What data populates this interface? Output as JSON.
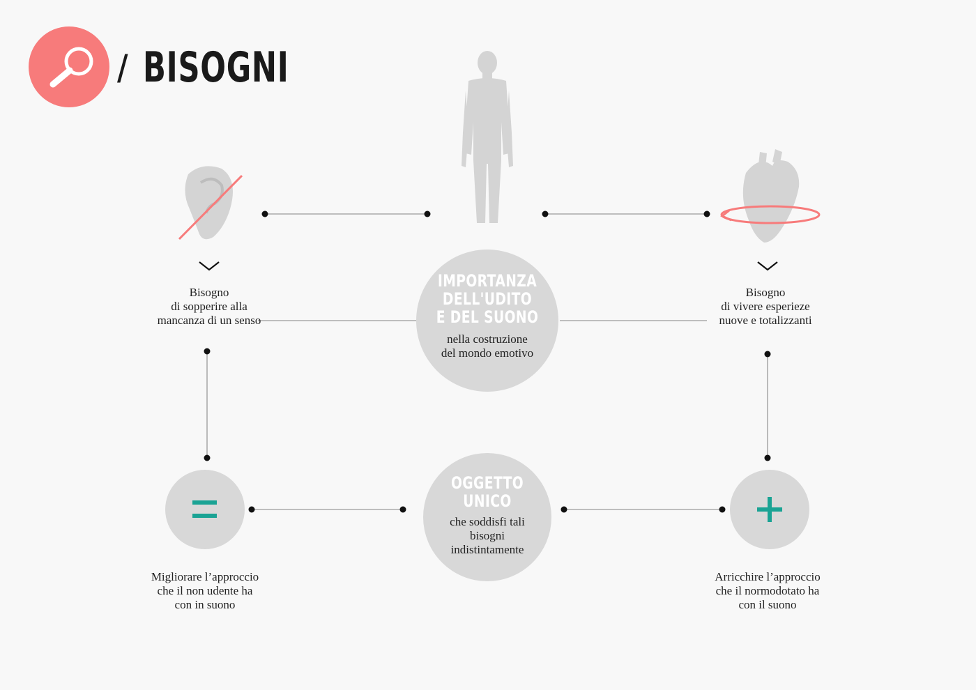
{
  "header": {
    "separator": "/",
    "title": "BISOGNI",
    "icon": "magnifier-icon",
    "accent": "#f77b7b"
  },
  "center_top": {
    "title_lines": [
      "IMPORTANZA",
      "DELL'UDITO",
      "E DEL SUONO"
    ],
    "subtitle_lines": [
      "nella costruzione",
      "del mondo emotivo"
    ]
  },
  "center_bottom": {
    "title_lines": [
      "OGGETTO",
      "UNICO"
    ],
    "subtitle_lines": [
      "che soddisfi tali",
      "bisogni",
      "indistintamente"
    ]
  },
  "left_need": {
    "icon": "ear-crossed-icon",
    "lines": [
      "Bisogno",
      "di sopperire alla",
      "mancanza di un senso"
    ]
  },
  "right_need": {
    "icon": "heart-rotate-icon",
    "lines": [
      "Bisogno",
      "di vivere esperieze",
      "nuove e totalizzanti"
    ]
  },
  "left_result": {
    "symbol": "=",
    "lines": [
      "Migliorare l’approccio",
      "che il non udente ha",
      "con in suono"
    ]
  },
  "right_result": {
    "symbol": "+",
    "lines": [
      "Arricchire l’approccio",
      "che il normodotato ha",
      "con il suono"
    ]
  },
  "colors": {
    "circle": "#d8d8d8",
    "icon_gray": "#d4d4d4",
    "line": "#9a9a9a",
    "dot": "#111111",
    "teal": "#1aa394",
    "accent": "#f77b7b"
  }
}
